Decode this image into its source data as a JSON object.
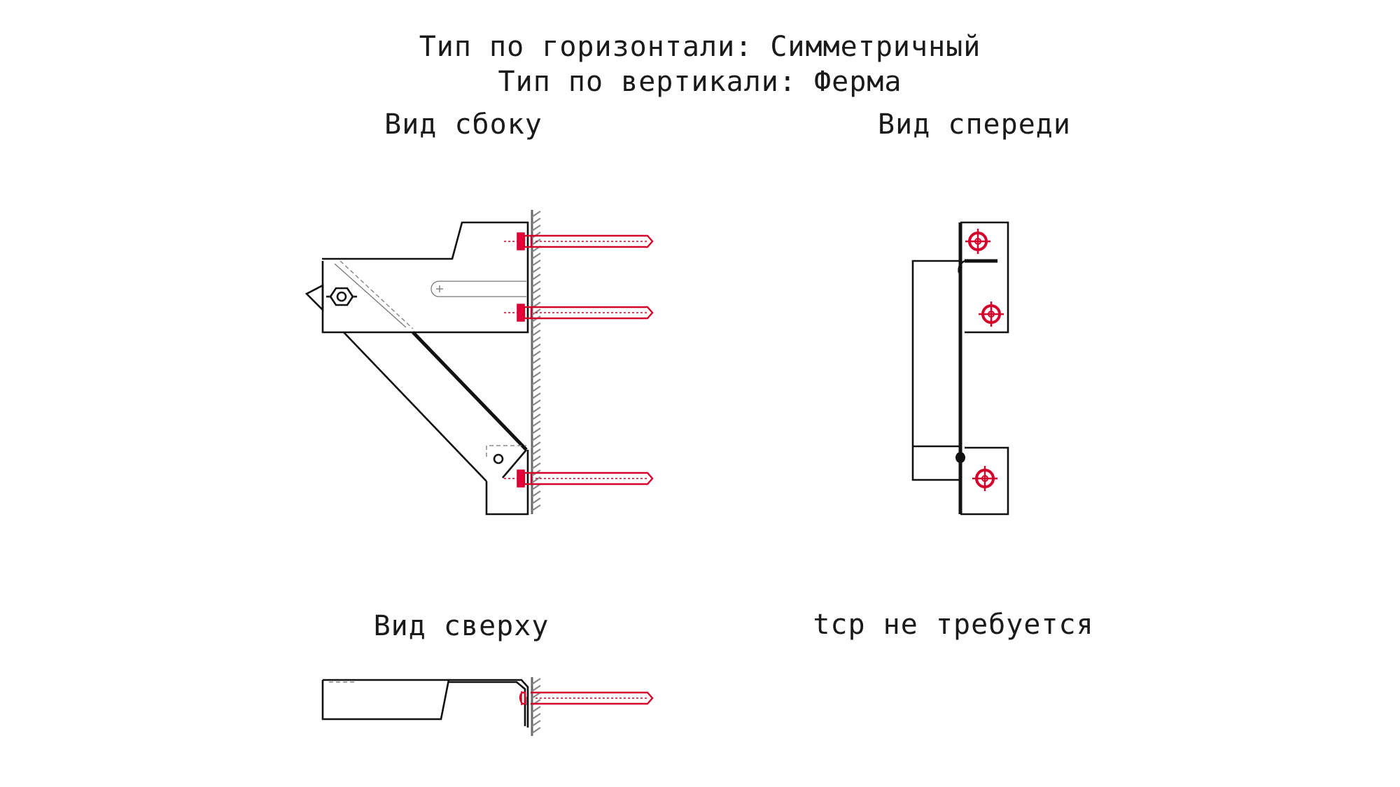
{
  "header": {
    "horizontal_type": "Тип по горизонтали: Симметричный",
    "vertical_type": "Тип по вертикали: Ферма"
  },
  "views": {
    "side": "Вид сбоку",
    "front": "Вид спереди",
    "top": "Вид сверху"
  },
  "note": "tср не требуется",
  "colors": {
    "outline": "#111111",
    "anchor": "#d4002a",
    "wall_hatch": "#888888",
    "background": "#ffffff"
  }
}
